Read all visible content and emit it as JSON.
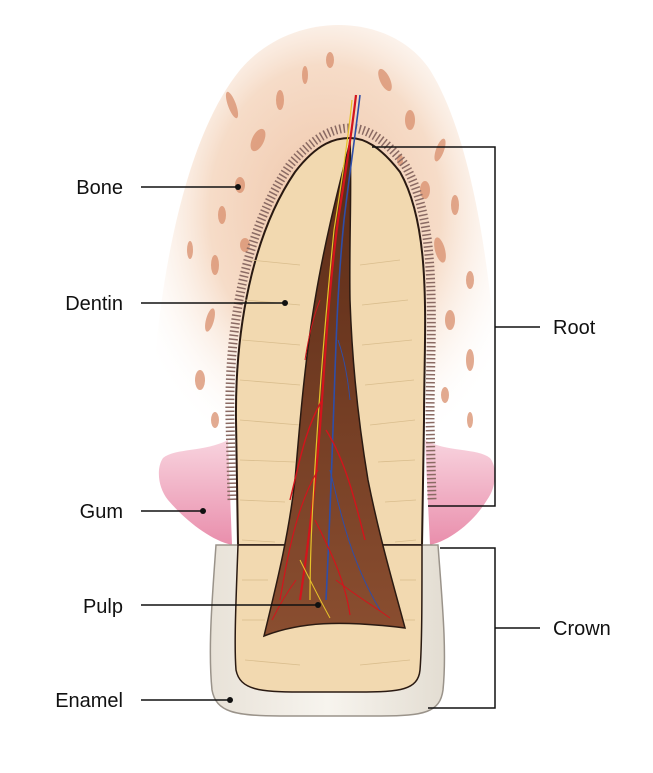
{
  "labels": {
    "bone": "Bone",
    "dentin": "Dentin",
    "gum": "Gum",
    "pulp": "Pulp",
    "enamel": "Enamel",
    "root": "Root",
    "crown": "Crown"
  },
  "colors": {
    "bone": "#f3d2bb",
    "bone_pores": "#d98f6d",
    "gum": "#f2b6c8",
    "dentin": "#f2d9b0",
    "pulp": "#6e3a22",
    "enamel": "#f1ede6",
    "vessel_red": "#d3141c",
    "vessel_blue": "#2f4ea8",
    "nerve_yellow": "#e6c229",
    "leader": "#111111"
  }
}
